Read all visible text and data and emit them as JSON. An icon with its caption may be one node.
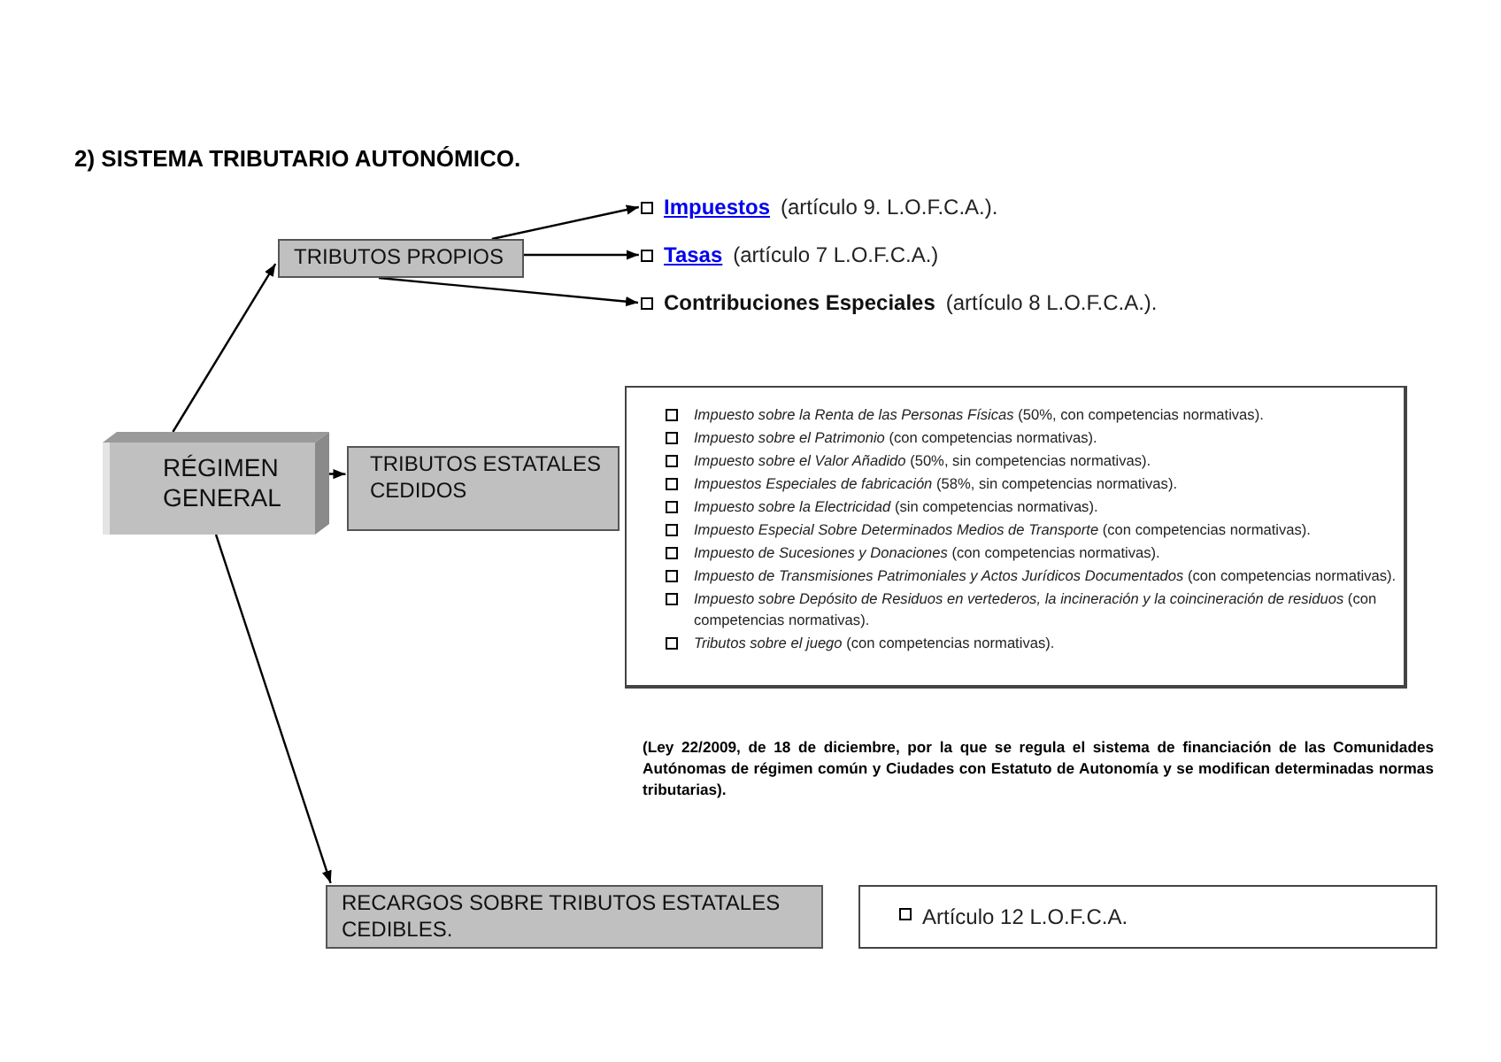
{
  "diagram": {
    "title": "2) SISTEMA TRIBUTARIO AUTONÓMICO.",
    "nodes": [
      {
        "text": [
          "RÉGIMEN GENERAL"
        ]
      },
      {
        "text": [
          "TRIBUTOS PROPIOS"
        ]
      },
      {
        "text": [
          "Impuestos",
          "(artículo 9. L.O.F.C.A.)."
        ]
      },
      {
        "text": [
          "Tasas",
          "(artículo 7 L.O.F.C.A.)"
        ]
      },
      {
        "text": [
          "Contribuciones Especiales",
          "(artículo 8 L.O.F.C.A.)."
        ]
      },
      {
        "text": [
          "TRIBUTOS ESTATALES CEDIDOS"
        ]
      },
      {
        "text": [
          "*Impuesto sobre la Renta de las Personas Físicas* (50%, con competencias normativas).",
          "*Impuesto sobre el Patrimonio* (con competencias normativas).",
          "*Impuesto sobre el Valor Añadido* (50%, sin competencias normativas).",
          "*Impuestos Especiales de fabricación* (58%, sin competencias normativas).",
          "*Impuesto sobre la Electricidad* (sin competencias normativas).",
          "*Impuesto Especial Sobre Determinados Medios de Transporte* (con competencias normativas).",
          "*Impuesto de Sucesiones y Donaciones* (con competencias normativas).",
          "*Impuesto de Transmisiones Patrimoniales y Actos Jurídicos Documentados* (con competencias normativas).",
          "*Impuesto sobre Depósito de Residuos en vertederos, la incineración y la coincineración de residuos* (con competencias normativas).",
          "*Tributos sobre el juego* (con competencias normativas)."
        ]
      },
      {
        "text": [
          "RECARGOS SOBRE TRIBUTOS ESTATALES CEDIBLES."
        ]
      },
      {
        "text": [
          "Artículo 12 L.O.F.C.A."
        ]
      }
    ],
    "edges": [
      {
        "from": 0,
        "to": 1,
        "arrow": "to"
      },
      {
        "from": 1,
        "to": 2,
        "arrow": "to"
      },
      {
        "from": 1,
        "to": 3,
        "arrow": "to"
      },
      {
        "from": 1,
        "to": 4,
        "arrow": "to"
      },
      {
        "from": 0,
        "to": 5,
        "arrow": "to"
      },
      {
        "from": 0,
        "to": 7,
        "arrow": "to"
      }
    ],
    "labels": [
      "(Ley 22/2009, de 18 de diciembre, por la que se regula el sistema de financiación de las Comunidades Autónomas de régimen común y Ciudades con Estatuto de Autonomía y se modifican determinadas normas tributarias)."
    ]
  }
}
